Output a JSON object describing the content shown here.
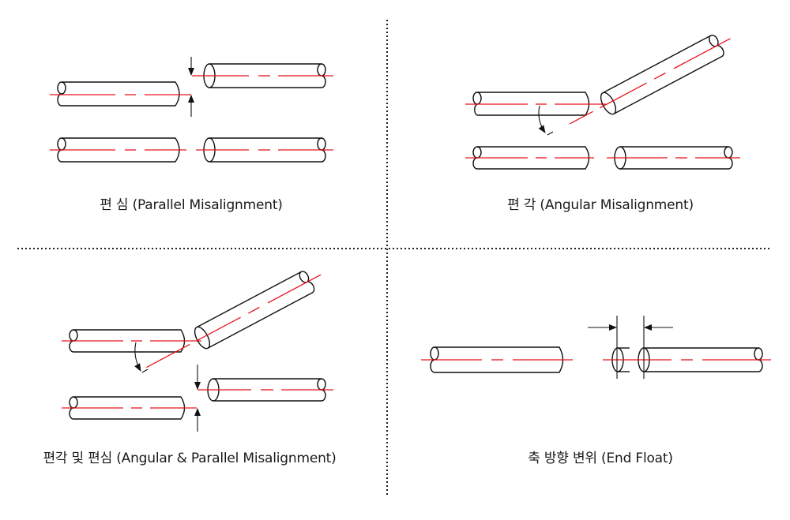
{
  "figure": {
    "colors": {
      "outline": "#111111",
      "centerline": "#e8141c",
      "divider": "#222222",
      "background": "#ffffff"
    },
    "panels": [
      {
        "id": "parallel",
        "caption": "편 심 (Parallel Misalignment)"
      },
      {
        "id": "angular",
        "caption": "편 각  (Angular Misalignment)"
      },
      {
        "id": "combined",
        "caption": "편각 및 편심 (Angular & Parallel Misalignment)"
      },
      {
        "id": "end-float",
        "caption": "축 방향 변위 (End Float)"
      }
    ]
  }
}
